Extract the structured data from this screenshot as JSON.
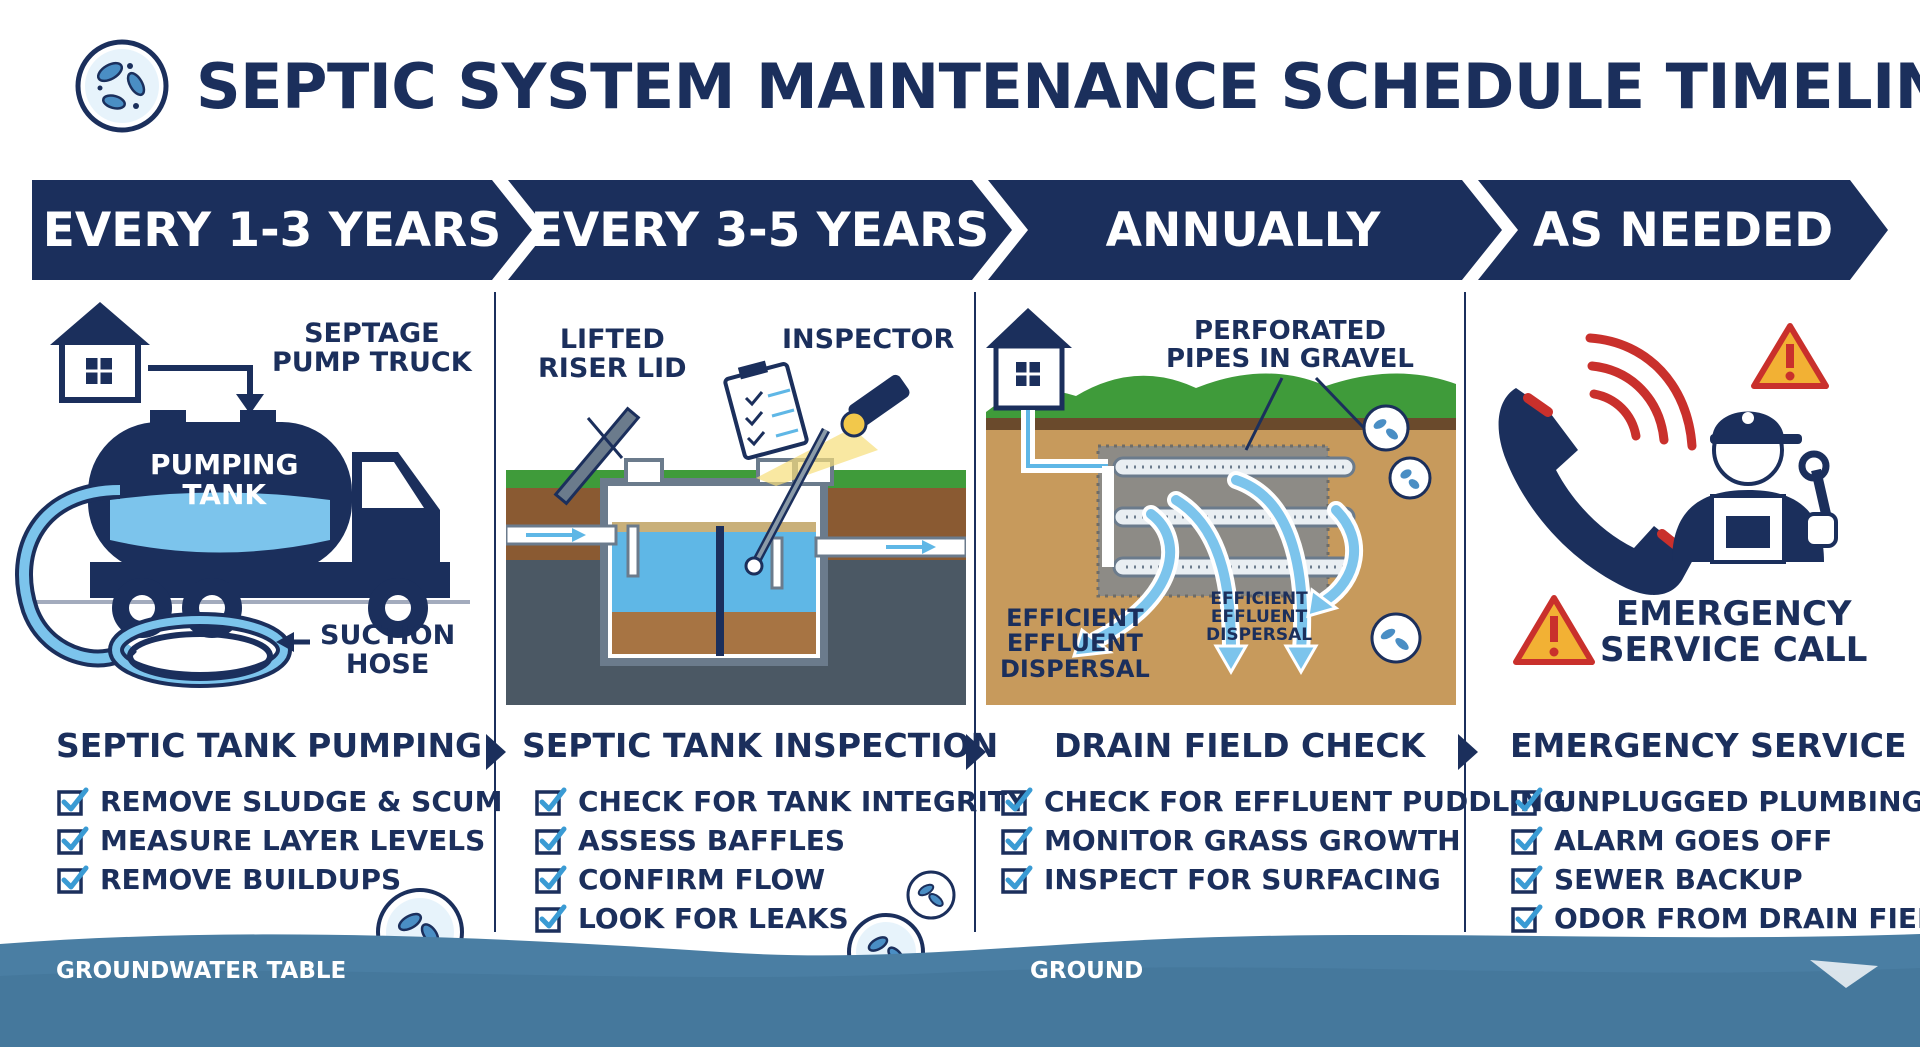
{
  "title": "SEPTIC SYSTEM MAINTENANCE SCHEDULE TIMELINE",
  "columns": [
    {
      "header": "EVERY 1-3 YEARS",
      "section_title": "SEPTIC TANK PUMPING",
      "items": [
        "REMOVE SLUDGE & SCUM",
        "MEASURE LAYER LEVELS",
        "REMOVE BUILDUPS"
      ],
      "labels": {
        "truck": "SEPTAGE\nPUMP TRUCK",
        "tank": "PUMPING\nTANK",
        "hose": "SUCTION\nHOSE"
      }
    },
    {
      "header": "EVERY 3-5 YEARS",
      "section_title": "SEPTIC TANK INSPECTION",
      "items": [
        "CHECK FOR TANK INTEGRITY",
        "ASSESS BAFFLES",
        "CONFIRM FLOW",
        "LOOK FOR LEAKS"
      ],
      "labels": {
        "lid": "LIFTED\nRISER LID",
        "inspector": "INSPECTOR"
      }
    },
    {
      "header": "ANNUALLY",
      "section_title": "DRAIN FIELD CHECK",
      "items": [
        "CHECK FOR EFFLUENT PUDDLING",
        "MONITOR GRASS GROWTH",
        "INSPECT FOR SURFACING"
      ],
      "labels": {
        "pipes": "PERFORATED\nPIPES IN GRAVEL",
        "dispersal_left": "EFFICIENT\nEFFLUENT\nDISPERSAL",
        "dispersal_mid": "EFFICIENT\nEFFLUENT\nDISPERSAL"
      }
    },
    {
      "header": "AS NEEDED",
      "section_title": "EMERGENCY SERVICE",
      "items": [
        "UNPLUGGED PLUMBING",
        "ALARM GOES OFF",
        "SEWER BACKUP",
        "ODOR FROM DRAIN FIELD"
      ],
      "labels": {
        "call": "EMERGENCY\nSERVICE CALL"
      }
    }
  ],
  "footer": {
    "left": "GROUNDWATER TABLE",
    "middle": "GROUND"
  },
  "colors": {
    "navy": "#1b2f5c",
    "water": "#4a7ea3",
    "light_blue": "#5fb7e6",
    "warning": "#f2b134",
    "danger": "#c9302c",
    "grass": "#3f9b3a",
    "soil": "#c79a5c"
  }
}
